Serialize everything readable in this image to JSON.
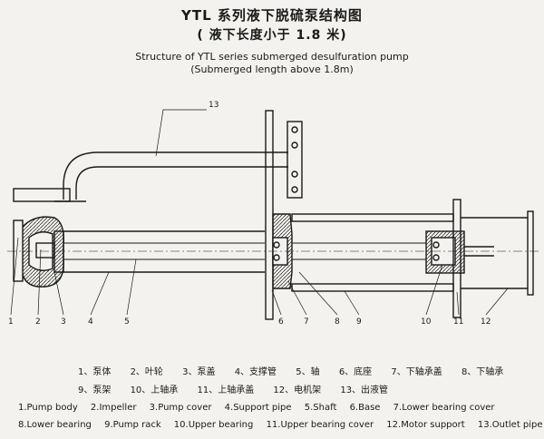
{
  "title_zh": "YTL 系列液下脱硫泵结构图",
  "subtitle_zh": "( 液下长度小于 1.8 米)",
  "title_en": "Structure of YTL series submerged desulfuration pump",
  "subtitle_en": "(Submerged length above 1.8m)",
  "callouts": [
    "13",
    "1",
    "2",
    "3",
    "4",
    "5",
    "6",
    "7",
    "8",
    "9",
    "10",
    "11",
    "12"
  ],
  "legend_zh": {
    "row1": [
      "1、泵体",
      "2、叶轮",
      "3、泵盖",
      "4、支撑管",
      "5、轴",
      "6、底座",
      "7、下轴承盖",
      "8、下轴承"
    ],
    "row2": [
      "9、泵架",
      "10、上轴承",
      "11、上轴承盖",
      "12、电机架",
      "13、出液管"
    ]
  },
  "legend_en": {
    "row1": [
      "1.Pump body",
      "2.Impeller",
      "3.Pump cover",
      "4.Support pipe",
      "5.Shaft",
      "6.Base",
      "7.Lower bearing cover"
    ],
    "row2": [
      "8.Lower bearing",
      "9.Pump rack",
      "10.Upper bearing",
      "11.Upper bearing cover",
      "12.Motor support",
      "13.Outlet pipe"
    ]
  }
}
